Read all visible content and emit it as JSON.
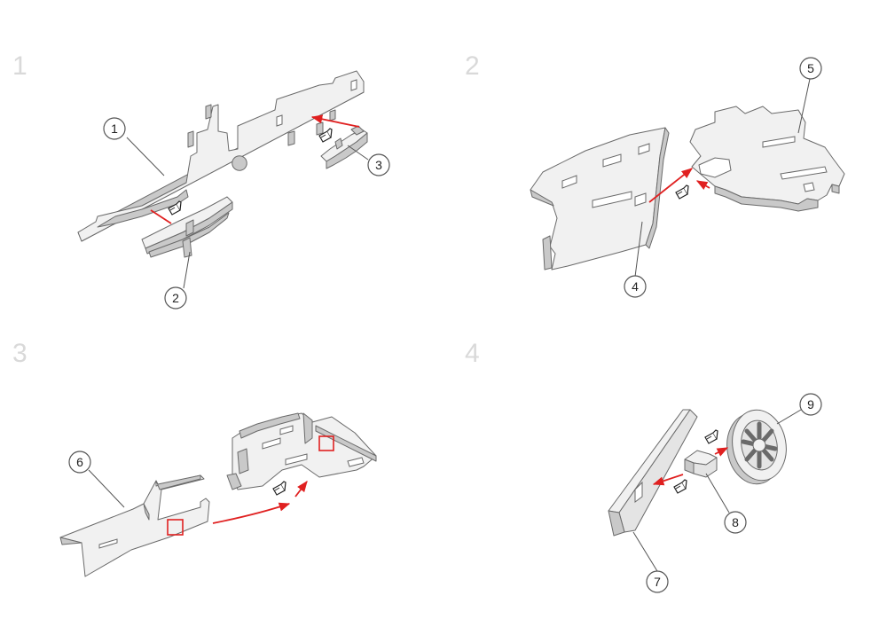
{
  "steps": [
    {
      "number": "1"
    },
    {
      "number": "2"
    },
    {
      "number": "3"
    },
    {
      "number": "4"
    }
  ],
  "callouts": [
    {
      "label": "1"
    },
    {
      "label": "2"
    },
    {
      "label": "3"
    },
    {
      "label": "4"
    },
    {
      "label": "5"
    },
    {
      "label": "6"
    },
    {
      "label": "7"
    },
    {
      "label": "8"
    },
    {
      "label": "9"
    }
  ],
  "colors": {
    "arrow": "#e02020",
    "part_light": "#f1f1f1",
    "part_dark": "#c9c9c9",
    "outline": "#6a6a6a",
    "step_number": "#d9d9d9"
  },
  "icons": [
    "glue-bottle-icon"
  ]
}
